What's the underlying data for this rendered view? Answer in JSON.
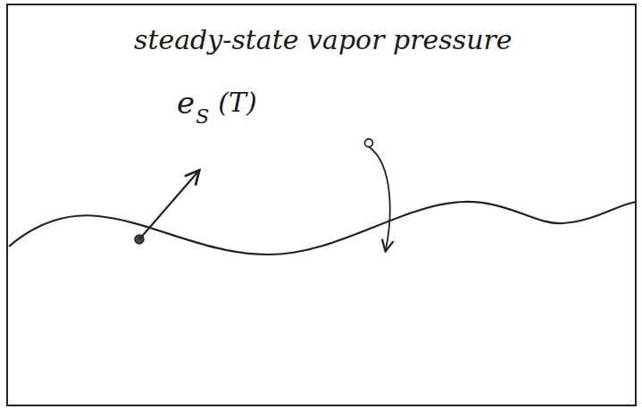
{
  "diagram": {
    "labels": [
      "steady-state vapor pressure",
      "e",
      "S",
      "(T)"
    ]
  }
}
